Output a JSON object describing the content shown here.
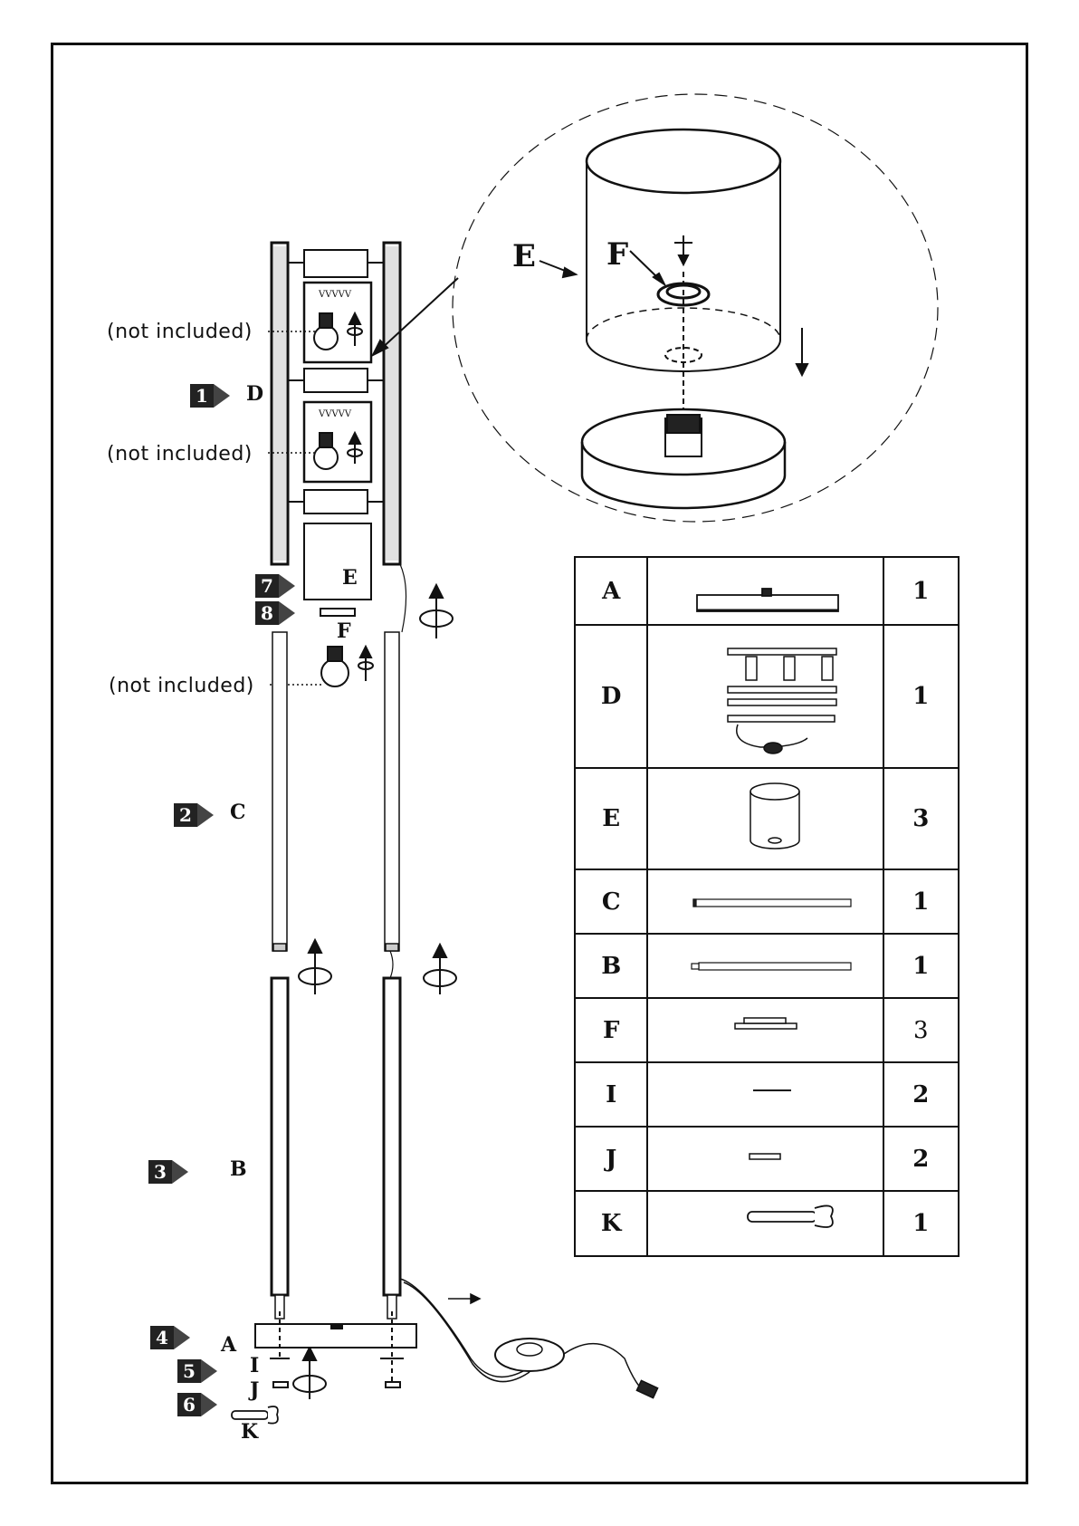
{
  "labels": {
    "not_included_1": "(not included)",
    "not_included_2": "(not included)",
    "not_included_3": "(not included)",
    "D": "D",
    "E": "E",
    "F": "F",
    "C": "C",
    "B": "B",
    "A": "A",
    "I": "I",
    "J": "J",
    "K": "K",
    "detail_E": "E",
    "detail_F": "F"
  },
  "steps": [
    "1",
    "2",
    "3",
    "4",
    "5",
    "6",
    "7",
    "8"
  ],
  "parts_table": [
    {
      "letter": "A",
      "icon": "base-plate-icon",
      "qty": "1"
    },
    {
      "letter": "D",
      "icon": "lamp-head-assembly-icon",
      "qty": "1"
    },
    {
      "letter": "E",
      "icon": "glass-shade-icon",
      "qty": "3"
    },
    {
      "letter": "C",
      "icon": "upper-tube-icon",
      "qty": "1"
    },
    {
      "letter": "B",
      "icon": "lower-tube-icon",
      "qty": "1"
    },
    {
      "letter": "F",
      "icon": "ring-nut-icon",
      "qty": "3"
    },
    {
      "letter": "I",
      "icon": "screw-icon",
      "qty": "2"
    },
    {
      "letter": "J",
      "icon": "washer-icon",
      "qty": "2"
    },
    {
      "letter": "K",
      "icon": "wrench-icon",
      "qty": "1"
    }
  ]
}
